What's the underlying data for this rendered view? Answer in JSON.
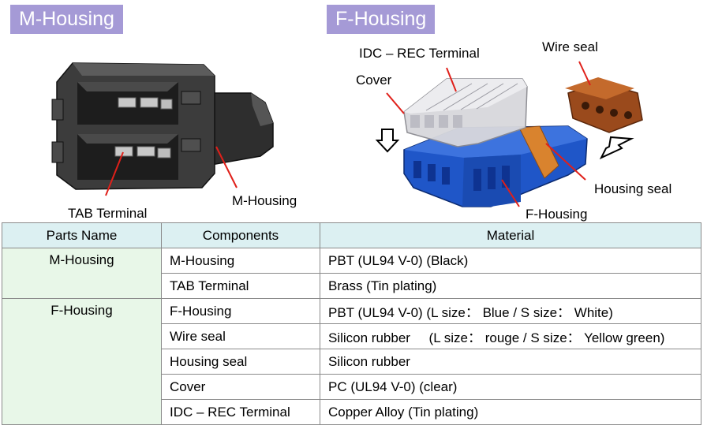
{
  "titles": {
    "left": "M-Housing",
    "right": "F-Housing"
  },
  "left_labels": {
    "tab_terminal": "TAB Terminal",
    "m_housing": "M-Housing"
  },
  "right_labels": {
    "idc_terminal": "IDC – REC Terminal",
    "cover": "Cover",
    "wire_seal": "Wire seal",
    "housing_seal": "Housing seal",
    "f_housing": "F-Housing"
  },
  "table": {
    "headers": [
      "Parts Name",
      "Components",
      "Material"
    ],
    "groups": [
      {
        "name": "M-Housing",
        "rows": [
          {
            "component": "M-Housing",
            "material": "PBT (UL94 V-0) (Black)"
          },
          {
            "component": "TAB Terminal",
            "material": "Brass (Tin plating)"
          }
        ]
      },
      {
        "name": "F-Housing",
        "rows": [
          {
            "component": "F-Housing",
            "material": "PBT (UL94 V-0)  (L size： Blue / S size： White)"
          },
          {
            "component": "Wire seal",
            "material": "Silicon rubber     (L size： rouge / S size： Yellow green)"
          },
          {
            "component": "Housing seal",
            "material": "Silicon rubber"
          },
          {
            "component": "Cover",
            "material": "PC (UL94 V-0) (clear)"
          },
          {
            "component": "IDC – REC Terminal",
            "material": "Copper Alloy (Tin plating)"
          }
        ]
      }
    ]
  },
  "colors": {
    "title_badge": "#a59ad6",
    "header_bg": "#dcf0f2",
    "parts_name_bg": "#e8f7e8",
    "leader_line": "#e0201a",
    "m_housing_body": "#3a3a3a",
    "f_housing_body": "#1f56c8",
    "wire_seal": "#9a4a1c"
  }
}
